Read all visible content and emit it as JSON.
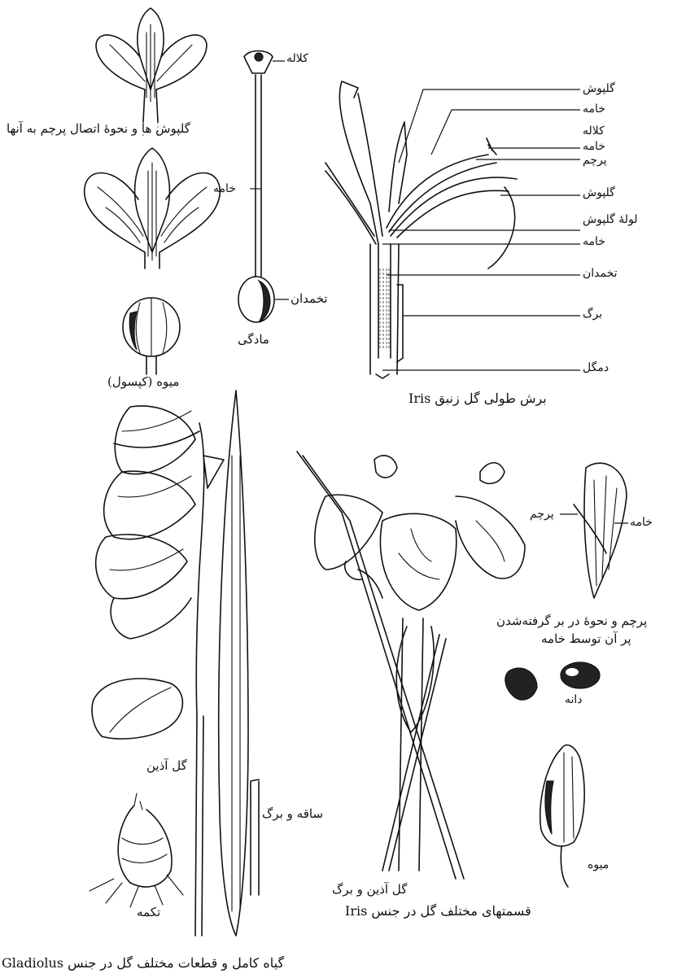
{
  "labels": {
    "tepals_and_stamen_attachment": "گلپوش ها و نحوهٔ اتصال پرچم به آنها",
    "style_left": "خامه",
    "stigma_top": "کلاله",
    "ovary_left": "تخمدان",
    "pistil": "مادگی",
    "fruit_capsule": "میوه (کپسول)",
    "iris_section_caption": "برش طولی گل زنبق  Iris",
    "sec_tepal_1": "گلپوش",
    "sec_style_1": "خامه",
    "sec_stigma": "کلاله",
    "sec_style_2": "خامه",
    "sec_stamen": "پرچم",
    "sec_tepal_2": "گلپوش",
    "sec_tepal_tube": "لولهٔ گلپوش",
    "sec_style_3": "خامه",
    "sec_ovary": "تخمدان",
    "sec_leaf": "برگ",
    "sec_peduncle": "دمگل",
    "iris_stamen": "پرچم",
    "iris_style": "خامه",
    "iris_stamen_caption_1": "پرچم و نحوهٔ در بر گرفته‌شدن",
    "iris_stamen_caption_2": "پر آن توسط خامه",
    "seed": "دانه",
    "fruit": "میوه",
    "inflorescence_gladiolus": "گل آذین",
    "stem_and_leaf": "ساقه و برگ",
    "corm": "تکمه",
    "inflorescence_and_leaf": "گل آذین و برگ",
    "iris_parts_caption": "قسمتهای مختلف گل در جنس  Iris",
    "gladiolus_caption": "گیاه کامل و قطعات مختلف گل در جنس  Gladiolus"
  }
}
